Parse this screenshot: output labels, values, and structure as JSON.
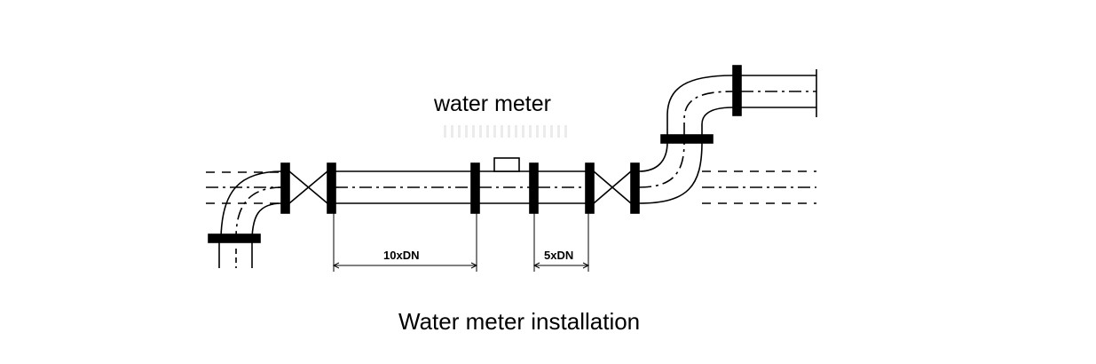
{
  "labels": {
    "meter": "water meter",
    "caption": "Water meter installation",
    "dim_upstream": "10xDN",
    "dim_downstream": "5xDN"
  },
  "colors": {
    "stroke": "#000000",
    "background": "#ffffff"
  }
}
